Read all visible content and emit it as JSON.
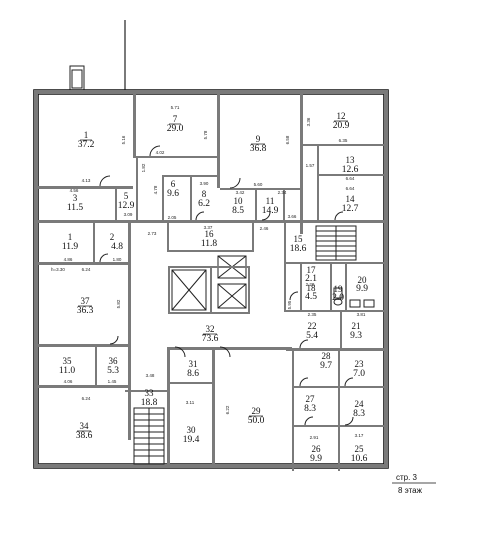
{
  "rooms": [
    {
      "id": "r1",
      "num": "1",
      "area": "37.2"
    },
    {
      "id": "r2",
      "num": "3",
      "area": "11.5"
    },
    {
      "id": "r3",
      "num": "5",
      "area": "12.9"
    },
    {
      "id": "r4",
      "num": "6",
      "area": "9.6"
    },
    {
      "id": "r5",
      "num": "8",
      "area": "6.2"
    },
    {
      "id": "r6",
      "num": "7",
      "area": "29.0"
    },
    {
      "id": "r7",
      "num": "9",
      "area": "36.8"
    },
    {
      "id": "r8",
      "num": "10",
      "area": "8.5"
    },
    {
      "id": "r9",
      "num": "11",
      "area": "14.9"
    },
    {
      "id": "r10",
      "num": "12",
      "area": "20.9"
    },
    {
      "id": "r11",
      "num": "13",
      "area": "12.6"
    },
    {
      "id": "r12",
      "num": "14",
      "area": "12.7"
    },
    {
      "id": "r13",
      "num": "1",
      "area": "11.9"
    },
    {
      "id": "r14",
      "num": "2",
      "area": "4.8"
    },
    {
      "id": "r15",
      "num": "16",
      "area": "11.8"
    },
    {
      "id": "r16",
      "num": "15",
      "area": "18.6"
    },
    {
      "id": "r17",
      "num": "17",
      "area": "2.1"
    },
    {
      "id": "r18",
      "num": "18",
      "area": "4.5"
    },
    {
      "id": "r19",
      "num": "19",
      "area": "2.0"
    },
    {
      "id": "r20",
      "num": "20",
      "area": "9.9"
    },
    {
      "id": "r21",
      "num": "37",
      "area": "36.3"
    },
    {
      "id": "r22",
      "num": "32",
      "area": "73.6"
    },
    {
      "id": "r23",
      "num": "22",
      "area": "5.4"
    },
    {
      "id": "r24",
      "num": "21",
      "area": "9.3"
    },
    {
      "id": "r25",
      "num": "35",
      "area": "11.0"
    },
    {
      "id": "r26",
      "num": "36",
      "area": "5.3"
    },
    {
      "id": "r27",
      "num": "31",
      "area": "8.6"
    },
    {
      "id": "r28",
      "num": "28",
      "area": "9.7"
    },
    {
      "id": "r29",
      "num": "23",
      "area": "7.0"
    },
    {
      "id": "r30",
      "num": "33",
      "area": "18.8"
    },
    {
      "id": "r31",
      "num": "27",
      "area": "8.3"
    },
    {
      "id": "r32",
      "num": "24",
      "area": "8.3"
    },
    {
      "id": "r33",
      "num": "34",
      "area": "38.6"
    },
    {
      "id": "r34",
      "num": "30",
      "area": "19.4"
    },
    {
      "id": "r35",
      "num": "29",
      "area": "50.0"
    },
    {
      "id": "r36",
      "num": "26",
      "area": "9.9"
    },
    {
      "id": "r37",
      "num": "25",
      "area": "10.6"
    }
  ],
  "dims": {
    "d1": "5.71",
    "d2": "5.16",
    "d3": "5.78",
    "d4": "6.58",
    "d5": "3.36",
    "d6": "6.35",
    "d7": "4.13",
    "d8": "4.02",
    "d9": "1.82",
    "d10": "3.90",
    "d11": "4.56",
    "d12": "4.78",
    "d13": "5.60",
    "d14": "3.42",
    "d15": "2.34",
    "d16": "1.57",
    "d17": "6.64",
    "d18": "6.64",
    "d19": "3.09",
    "d20": "2.05",
    "d21": "2.73",
    "d22": "3.37",
    "d23": "2.46",
    "d24": "3.66",
    "d25": "4.86",
    "d26": "1.80",
    "d27": "6.24",
    "d28": "5.82",
    "d29": "2.20",
    "d30": "3.81",
    "d31": "2.35",
    "d32": "4.06",
    "d33": "1.45",
    "d34": "3.48",
    "d35": "6.24",
    "d36": "3.11",
    "d37": "6.22",
    "d38": "2.91",
    "d39": "3.17",
    "d40": "5.95",
    "h_label": "h=3.30"
  },
  "page": {
    "sheet": "стр. 3",
    "floor": "8 этаж"
  }
}
